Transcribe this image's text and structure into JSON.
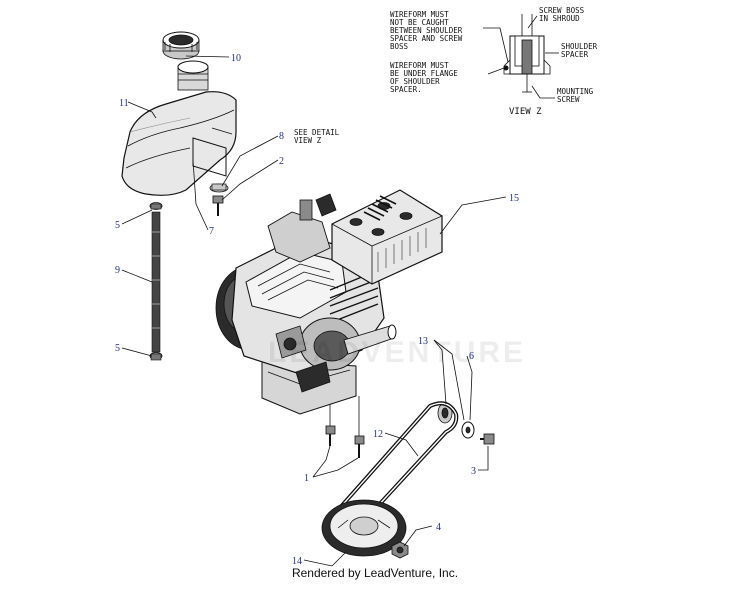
{
  "callouts": {
    "c1": "1",
    "c2": "2",
    "c3": "3",
    "c4": "4",
    "c5a": "5",
    "c5b": "5",
    "c6": "6",
    "c7": "7",
    "c8": "8",
    "c9": "9",
    "c10": "10",
    "c11": "11",
    "c12": "12",
    "c13": "13",
    "c14": "14",
    "c15": "15"
  },
  "notes": {
    "see_detail_1": "SEE DETAIL",
    "see_detail_2": "VIEW Z",
    "wireform_a_1": "WIREFORM MUST",
    "wireform_a_2": "NOT BE CAUGHT",
    "wireform_a_3": "BETWEEN SHOULDER",
    "wireform_a_4": "SPACER AND SCREW",
    "wireform_a_5": "BOSS",
    "wireform_b_1": "WIREFORM MUST",
    "wireform_b_2": "BE UNDER FLANGE",
    "wireform_b_3": "OF SHOULDER",
    "wireform_b_4": "SPACER.",
    "screw_boss_1": "SCREW BOSS",
    "screw_boss_2": "IN SHROUD",
    "shoulder_1": "SHOULDER",
    "shoulder_2": "SPACER",
    "mounting_1": "MOUNTING",
    "mounting_2": "SCREW",
    "view_z": "VIEW Z"
  },
  "watermark": "LEADVENTURE",
  "credit": "Rendered by LeadVenture, Inc.",
  "colors": {
    "callout": "#1f2f8f",
    "line": "#111111",
    "background": "#ffffff"
  }
}
